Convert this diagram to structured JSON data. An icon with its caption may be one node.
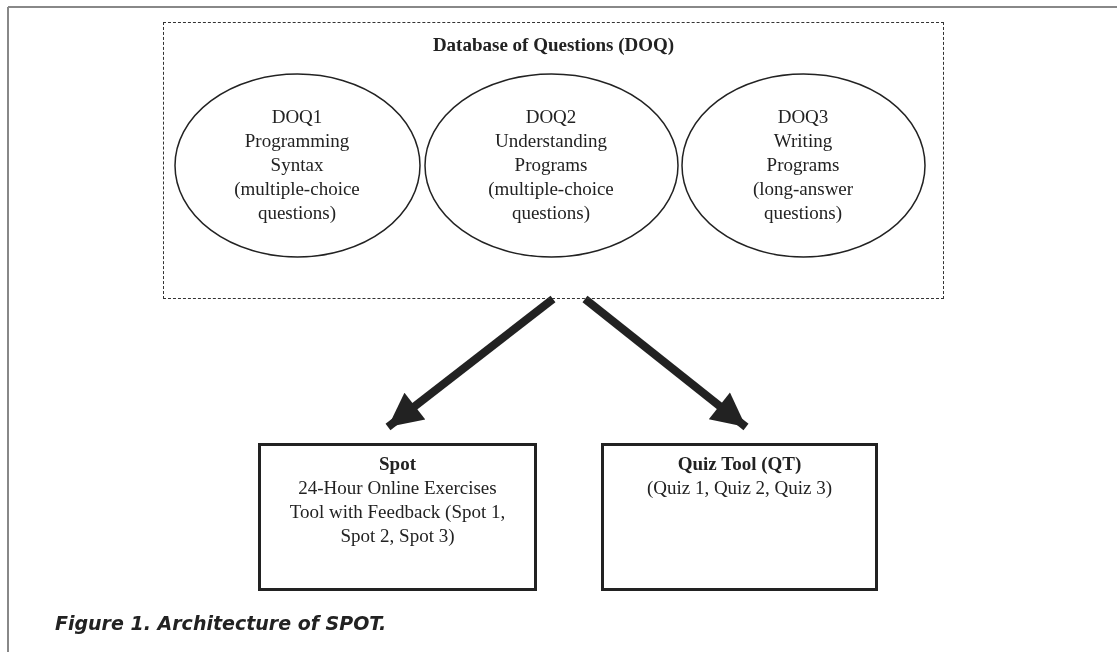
{
  "diagram": {
    "caption": "Figure 1. Architecture of SPOT.",
    "nodes": [
      {
        "text": [
          "Database of Questions (DOQ)"
        ]
      },
      {
        "text": [
          "DOQ1",
          "Programming Syntax (multiple-choice questions)"
        ],
        "in": 0
      },
      {
        "text": [
          "DOQ2",
          "Understanding Programs (multiple-choice questions)"
        ],
        "in": 0
      },
      {
        "text": [
          "DOQ3",
          "Writing Programs (long-answer questions)"
        ],
        "in": 0
      },
      {
        "text": [
          "Spot",
          "24-Hour Online Exercises Tool with Feedback (Spot 1, Spot 2, Spot 3)"
        ]
      },
      {
        "text": [
          "Quiz Tool (QT)",
          "(Quiz 1, Quiz 2, Quiz 3)"
        ]
      }
    ],
    "edges": [
      {
        "from": 0,
        "to": 4,
        "arrow": "to"
      },
      {
        "from": 0,
        "to": 5,
        "arrow": "to"
      }
    ]
  }
}
